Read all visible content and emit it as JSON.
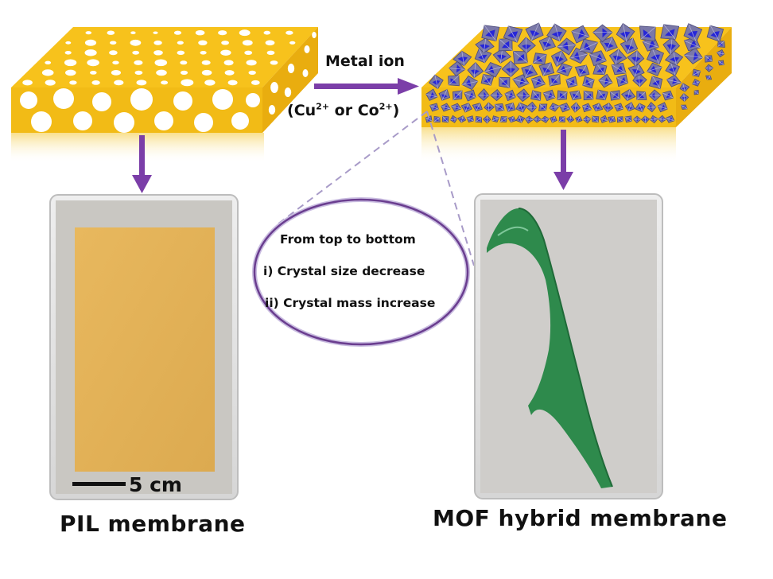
{
  "arrow_top": {
    "label_line1": "Metal ion",
    "ion_a": "Cu",
    "ion_a_charge": "2+",
    "ion_joiner": " or ",
    "ion_b": "Co",
    "ion_b_charge": "2+"
  },
  "callout": {
    "title": "From top to bottom",
    "point_1": "i) Crystal size decrease",
    "point_2": "ii) Crystal mass increase"
  },
  "left_panel": {
    "caption": "PIL membrane",
    "scale_bar_label": "5 cm"
  },
  "right_panel": {
    "caption": "MOF hybrid membrane"
  },
  "colors": {
    "membrane_yellow": "#f7c21c",
    "membrane_yellow_dark": "#e0a60e",
    "arrow_purple": "#7b3ea8",
    "crystal_blue": "#2626d8",
    "crystal_gray": "#7a78a8",
    "photo_background": "#c9c7c2",
    "pil_film": "#e3b258",
    "mof_film": "#2e8a4c",
    "callout_border": "#6a3d8f"
  }
}
